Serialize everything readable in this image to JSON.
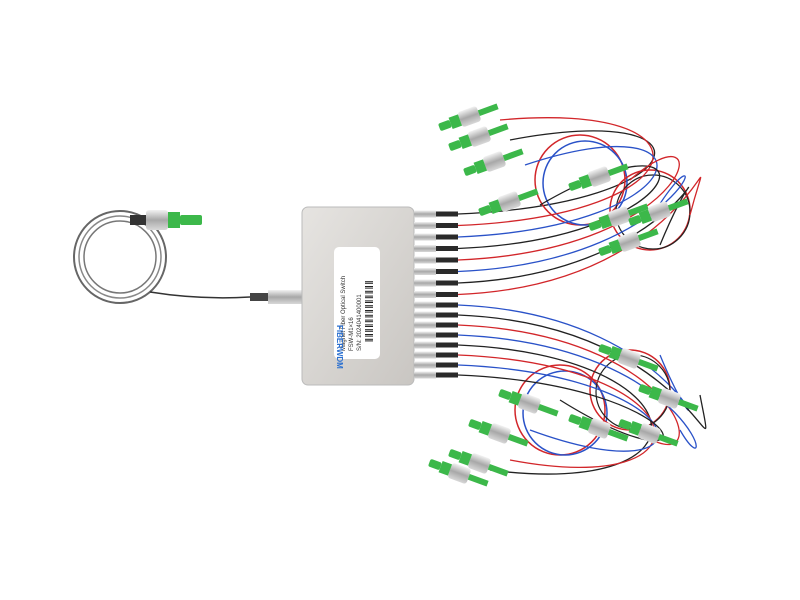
{
  "product": {
    "label_title": "Magnet Fiber Optical Switch",
    "model": "FSW-M1×16",
    "serial": "S/N: 2024041400001",
    "logo_text": "FIBERWDM"
  },
  "colors": {
    "connector_green": "#3cb84a",
    "body_silver": "#d9d7d4",
    "fiber_red": "#d2262a",
    "fiber_blue": "#2a52c8",
    "fiber_black": "#222222",
    "logo_blue": "#2a6fd0",
    "logo_orange": "#f0a020"
  },
  "port_count": 16
}
